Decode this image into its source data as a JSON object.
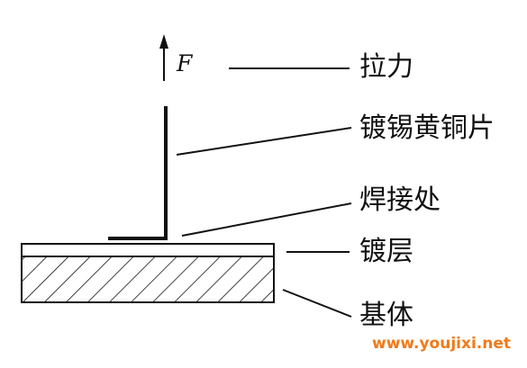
{
  "diagram": {
    "force_symbol": "F",
    "labels": {
      "pull_force": "拉力",
      "tin_plated_brass": "镀锡黄铜片",
      "solder_joint": "焊接处",
      "plating_layer": "镀层",
      "substrate": "基体"
    }
  },
  "watermark": {
    "text": "www.youjixi.net"
  },
  "colors": {
    "line": "#111111",
    "watermark": "#f07a1a"
  }
}
